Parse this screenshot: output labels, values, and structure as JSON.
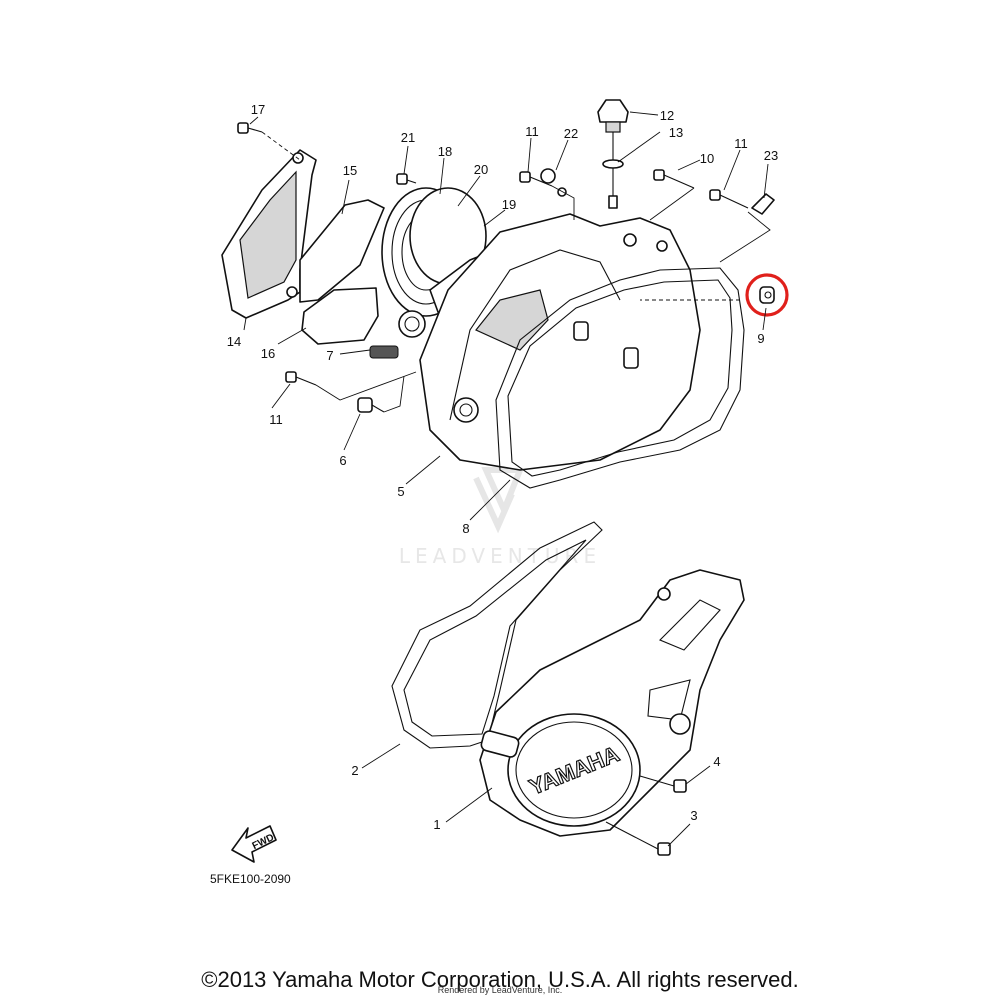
{
  "diagram": {
    "code": "5FKE100-2090",
    "watermark": "LEADVENTURE",
    "logo_text": "YAMAHA",
    "fwd_label": "FWD",
    "highlight_color": "#e0201b",
    "highlighted_part": "9",
    "callouts": [
      "1",
      "2",
      "3",
      "4",
      "5",
      "6",
      "7",
      "8",
      "9",
      "10",
      "11",
      "11",
      "11",
      "12",
      "13",
      "14",
      "15",
      "16",
      "17",
      "18",
      "19",
      "20",
      "21",
      "22",
      "23"
    ]
  },
  "footer": {
    "copyright": "©2013 Yamaha Motor Corporation, U.S.A. All rights reserved.",
    "rendered_by": "Rendered by LeadVenture, Inc."
  }
}
